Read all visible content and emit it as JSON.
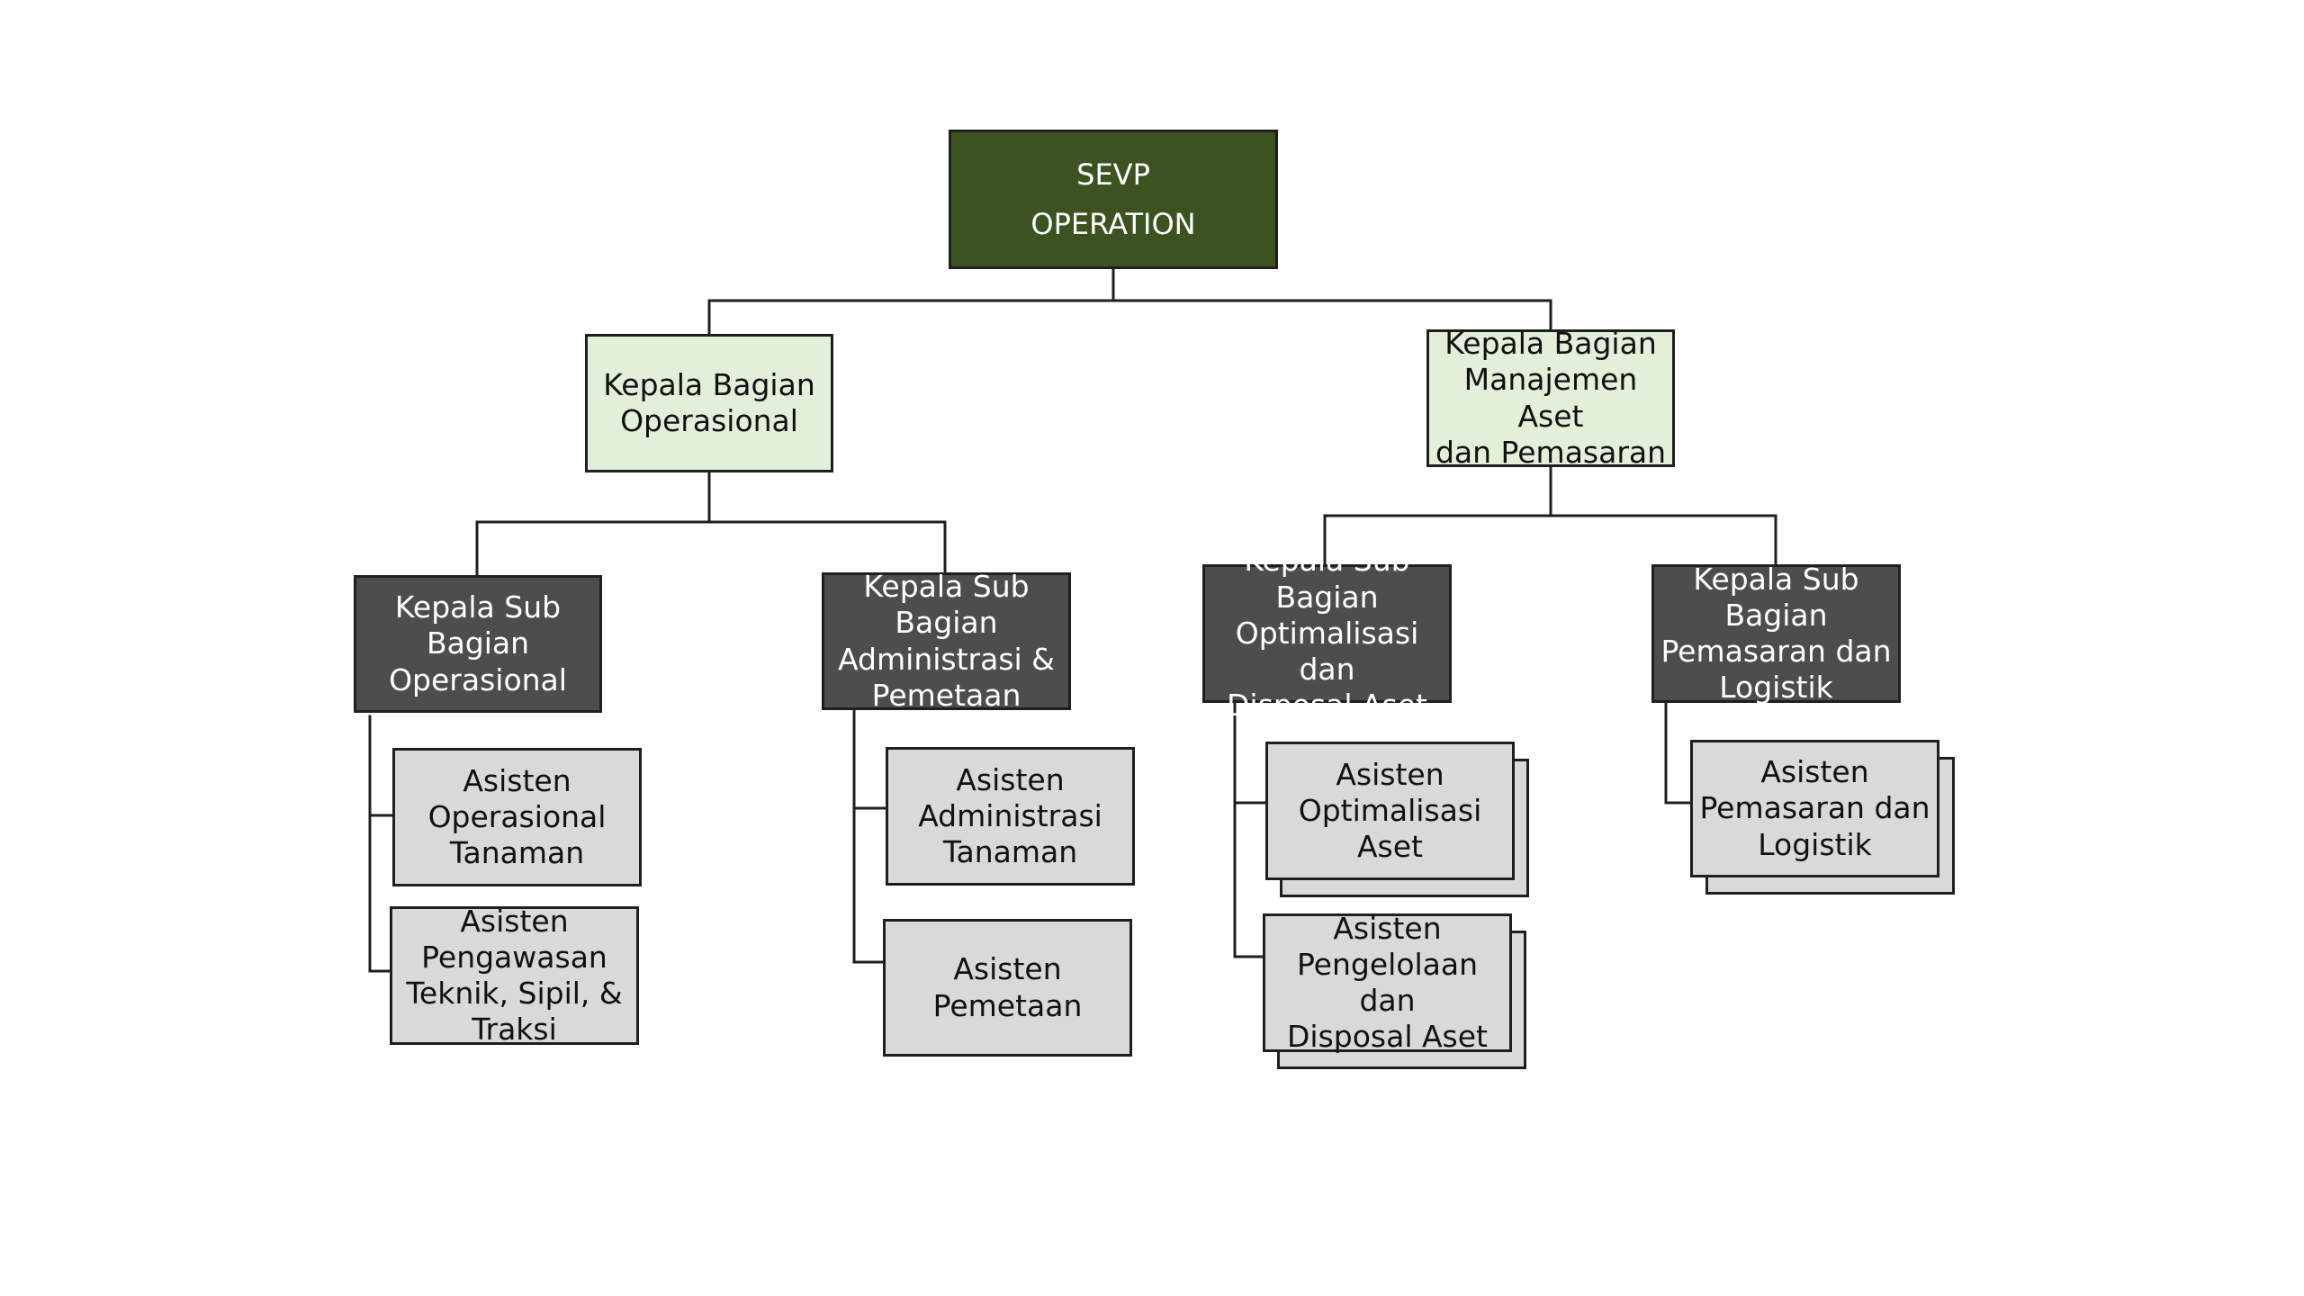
{
  "org_chart": {
    "root": {
      "label": "SEVP\nOPERATION",
      "color": "#3a5321"
    },
    "departments": [
      {
        "label": "Kepala Bagian\nOperasional",
        "color": "#e2efd9",
        "sub_departments": [
          {
            "label": "Kepala Sub\nBagian\nOperasional",
            "color": "#4d4d4d",
            "assistants": [
              "Asisten\nOperasional\nTanaman",
              "Asisten\nPengawasan\nTeknik, Sipil, &\nTraksi"
            ]
          },
          {
            "label": "Kepala Sub\nBagian\nAdministrasi &\nPemetaan",
            "color": "#4d4d4d",
            "assistants": [
              "Asisten\nAdministrasi\nTanaman",
              "Asisten\nPemetaan"
            ]
          }
        ]
      },
      {
        "label": "Kepala Bagian\nManajemen Aset\ndan Pemasaran",
        "color": "#e2efd9",
        "sub_departments": [
          {
            "label": "Kepala Sub\nBagian\nOptimalisasi dan\nDisposal Aset",
            "color": "#4d4d4d",
            "assistants": [
              "Asisten\nOptimalisasi Aset",
              "Asisten\nPengelolaan dan\nDisposal Aset"
            ]
          },
          {
            "label": "Kepala Sub\nBagian\nPemasaran dan\nLogistik",
            "color": "#4d4d4d",
            "assistants": [
              "Asisten\nPemasaran dan\nLogistik"
            ]
          }
        ]
      }
    ],
    "assistant_color": "#d9d9d9",
    "connector_color": "#1f1f1f"
  }
}
